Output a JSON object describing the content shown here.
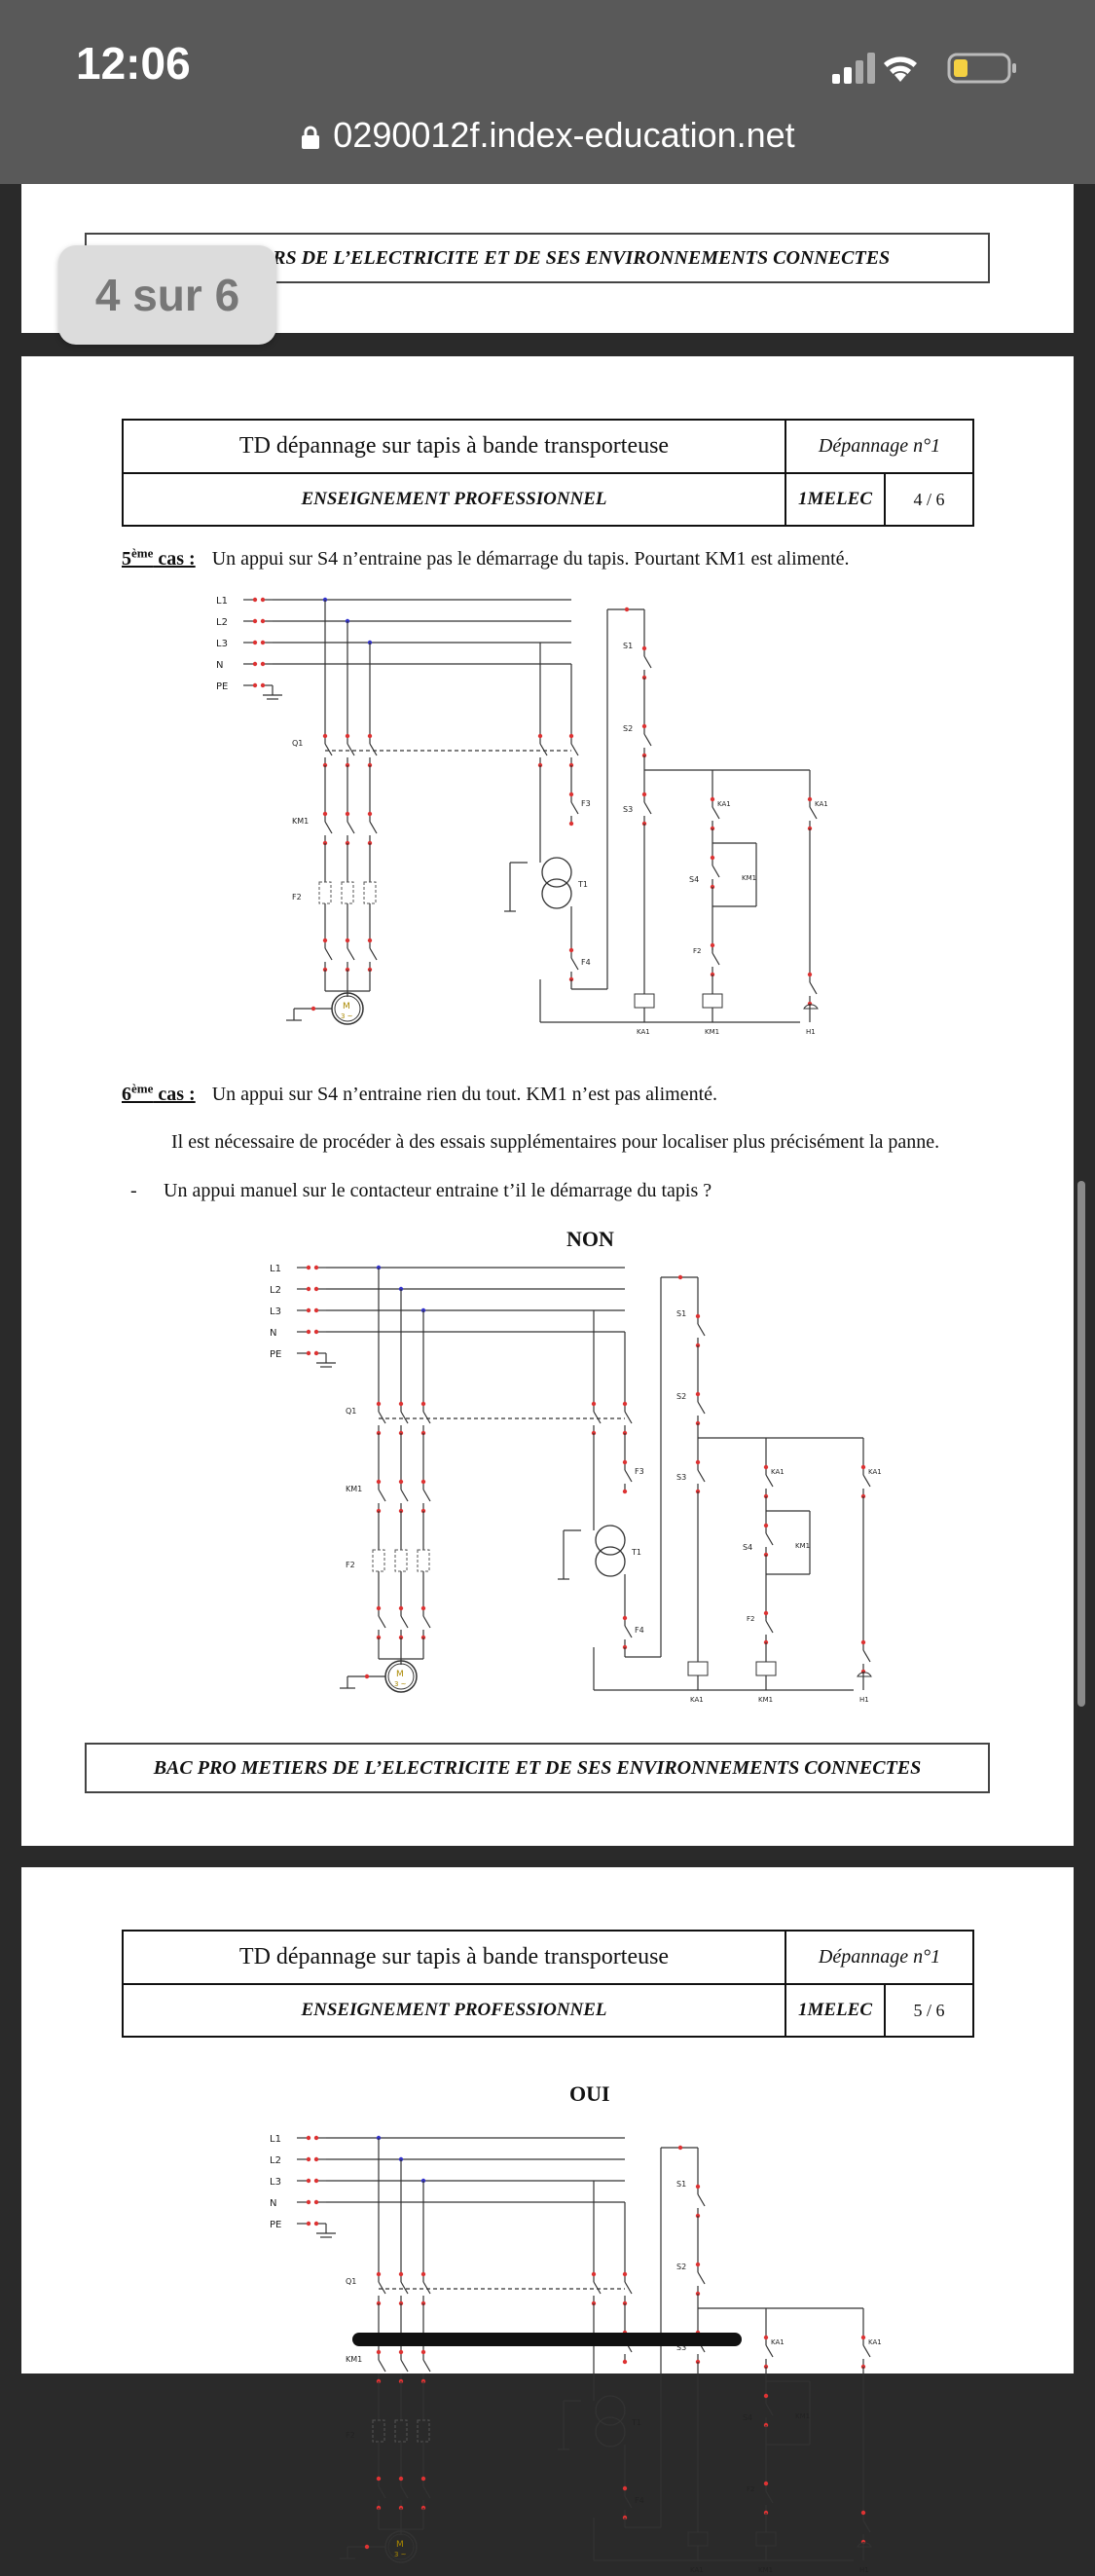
{
  "status_bar": {
    "time": "12:06"
  },
  "browser": {
    "url": "0290012f.index-education.net"
  },
  "page_indicator": "4 sur 6",
  "page3": {
    "footer_visible": "IERS DE L’ELECTRICITE ET DE SES ENVIRONNEMENTS CONNECTES"
  },
  "header": {
    "title": "TD dépannage sur tapis à bande transporteuse",
    "depannage": "Dépannage n°1",
    "enseignement": "ENSEIGNEMENT PROFESSIONNEL",
    "classe": "1MELEC"
  },
  "page4": {
    "page_num": "4 / 6",
    "case5_num": "5",
    "case5_sup": "ème",
    "case5_word": " cas :",
    "case5_text": "Un appui sur S4 n’entraine pas le démarrage du tapis. Pourtant KM1 est alimenté.",
    "case6_num": "6",
    "case6_sup": "ème",
    "case6_word": " cas :",
    "case6_text": "Un appui sur S4 n’entraine rien du tout. KM1 n’est pas alimenté.",
    "para": "Il est nécessaire de procéder à des essais supplémentaires pour localiser plus précisément la panne.",
    "bullet_dash": "-",
    "bullet": "Un appui manuel sur le contacteur entraine t’il le démarrage du tapis ?",
    "answer_non": "NON",
    "footer": "BAC PRO METIERS DE L’ELECTRICITE ET DE SES ENVIRONNEMENTS CONNECTES"
  },
  "page5": {
    "page_num": "5 / 6",
    "answer_oui": "OUI"
  },
  "schematic": {
    "lines": [
      "L1",
      "L2",
      "L3",
      "N",
      "PE"
    ],
    "labels": {
      "q1": "Q1",
      "km1": "KM1",
      "f2": "F2",
      "f3": "F3",
      "f4": "F4",
      "t1": "T1",
      "s1": "S1",
      "s2": "S2",
      "s3": "S3",
      "s4": "S4",
      "ka1": "KA1",
      "h1": "H1",
      "motor_m": "M",
      "motor_3": "3 ~"
    }
  }
}
